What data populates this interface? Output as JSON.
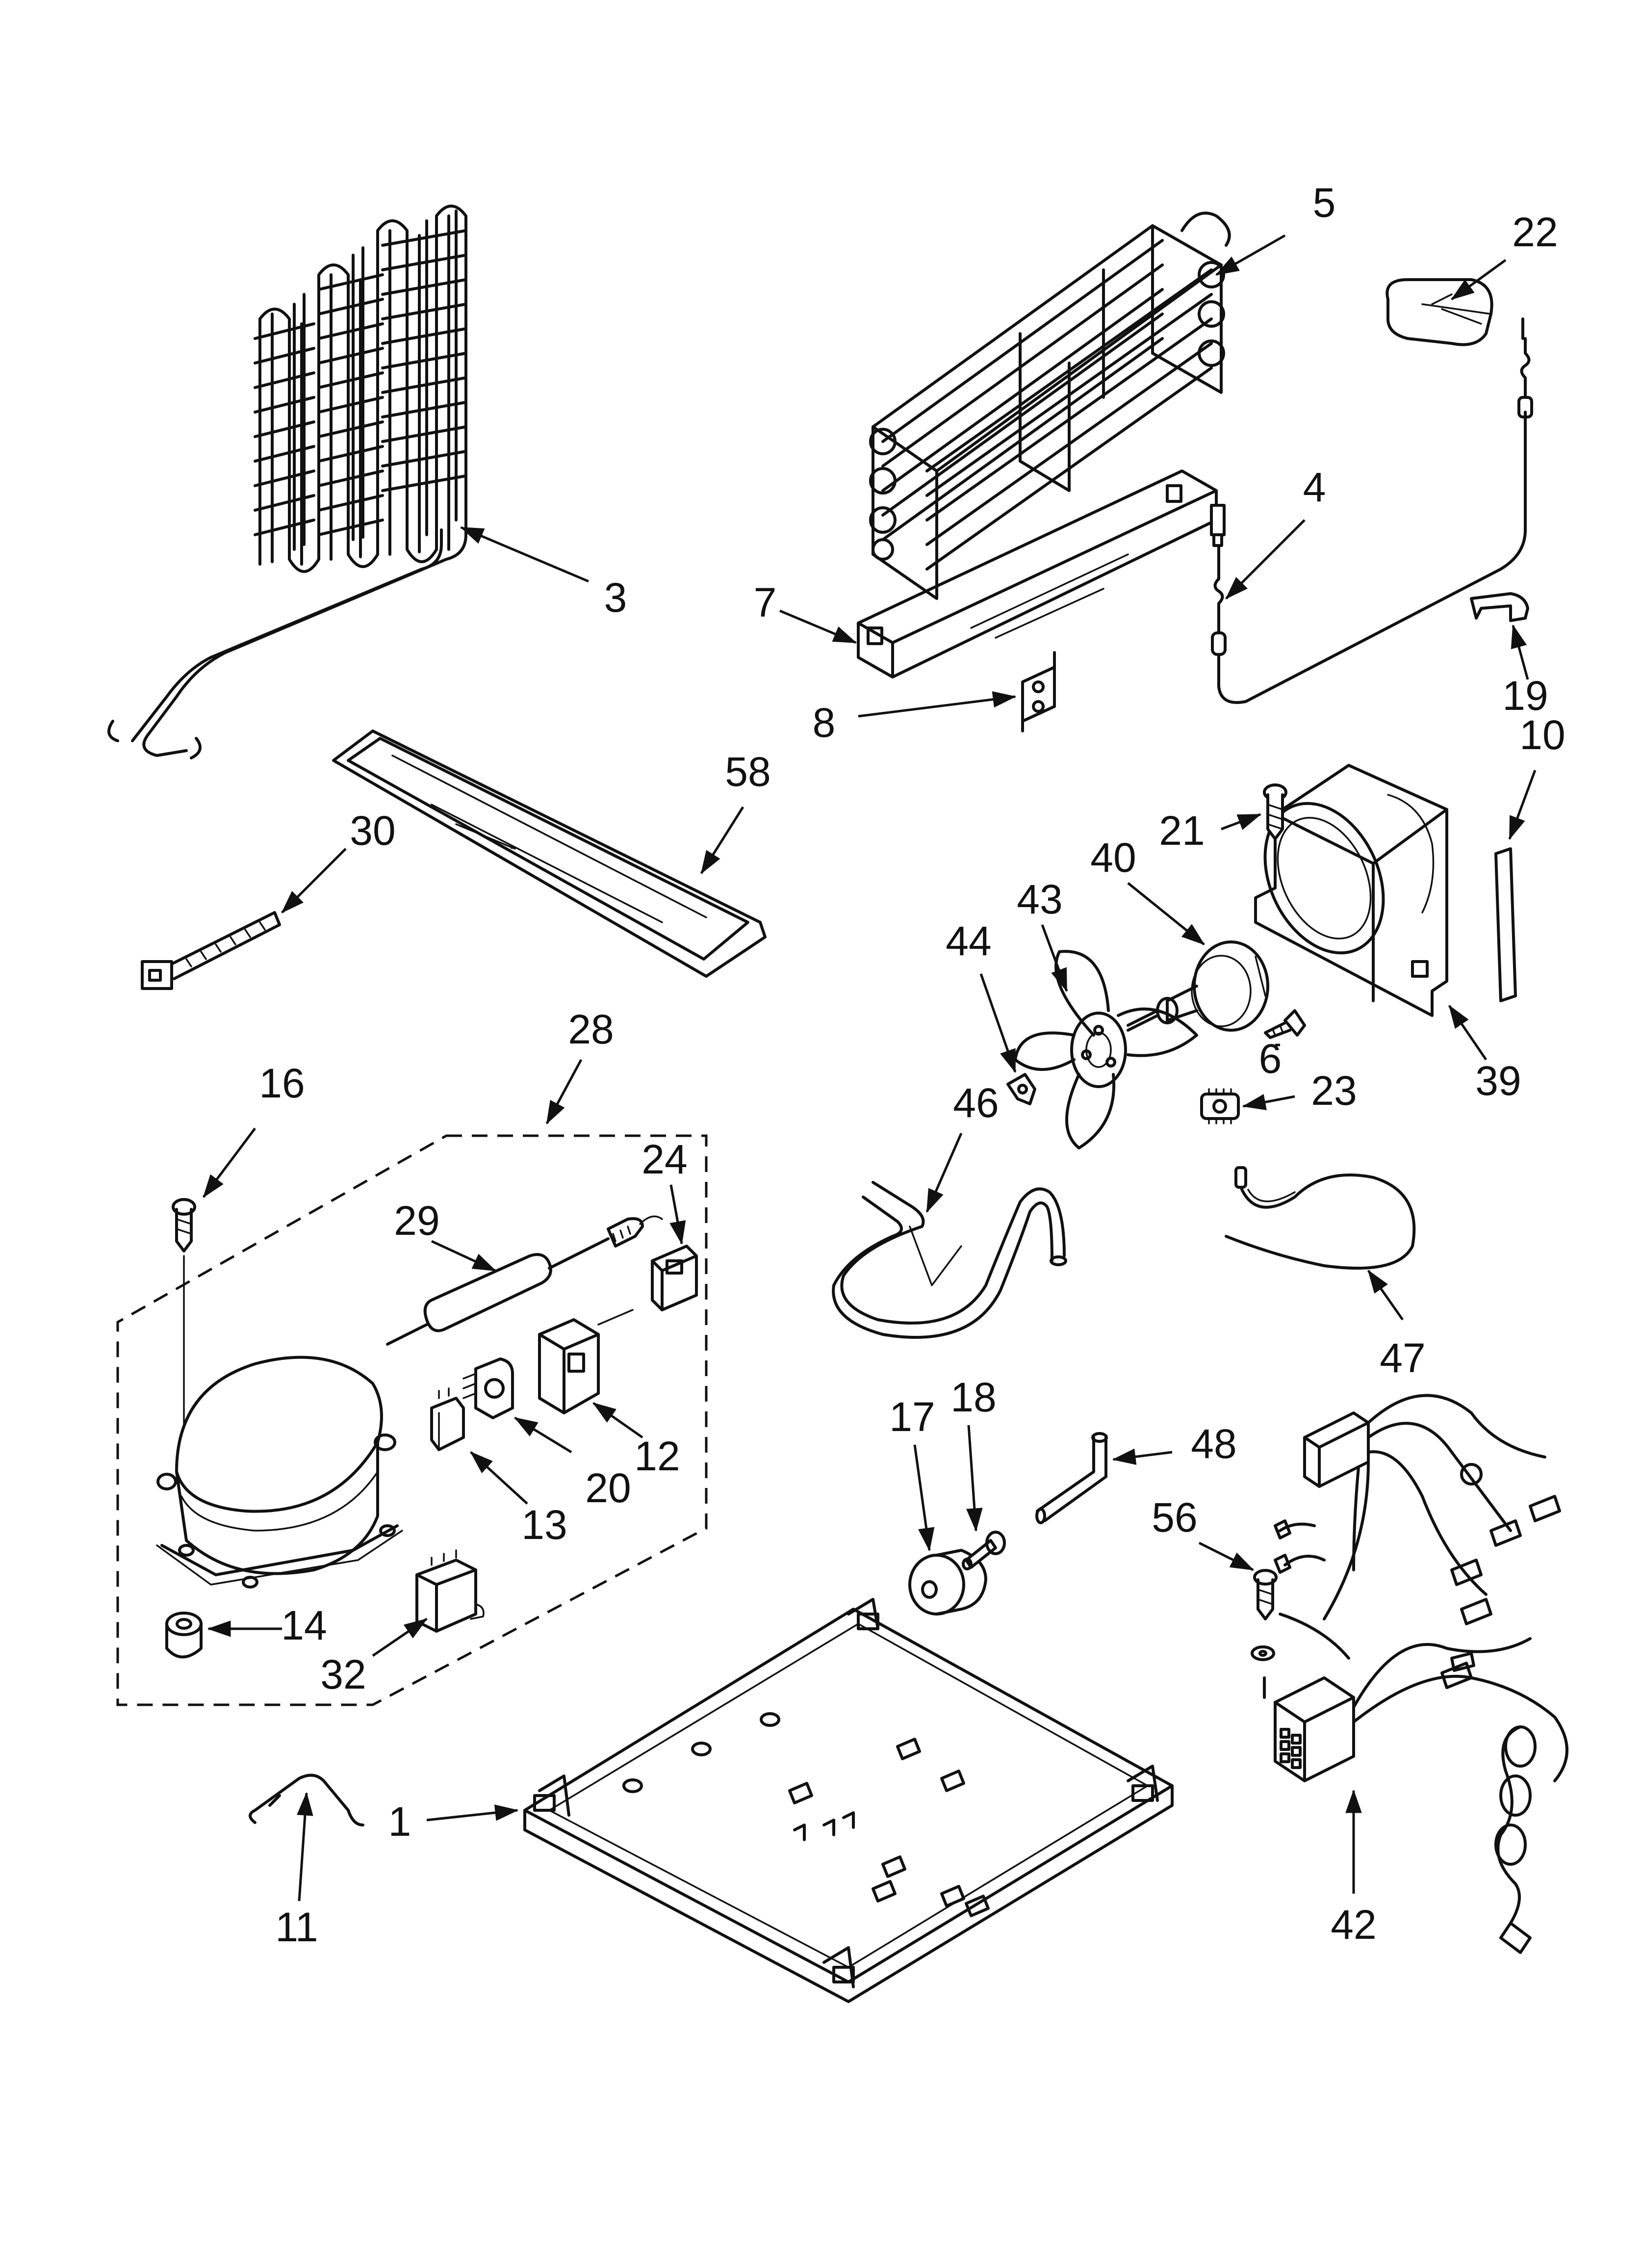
{
  "colors": {
    "ink": "#111111",
    "paper": "#ffffff"
  },
  "callouts": {
    "c1": "1",
    "c3": "3",
    "c4": "4",
    "c5": "5",
    "c6": "6",
    "c7": "7",
    "c8": "8",
    "c10": "10",
    "c11": "11",
    "c12": "12",
    "c13": "13",
    "c14": "14",
    "c16": "16",
    "c17": "17",
    "c18": "18",
    "c19": "19",
    "c20": "20",
    "c21": "21",
    "c22": "22",
    "c23": "23",
    "c24": "24",
    "c28": "28",
    "c29": "29",
    "c30": "30",
    "c32": "32",
    "c39": "39",
    "c40": "40",
    "c42": "42",
    "c43": "43",
    "c44": "44",
    "c46": "46",
    "c47": "47",
    "c48": "48",
    "c56": "56",
    "c58": "58"
  }
}
